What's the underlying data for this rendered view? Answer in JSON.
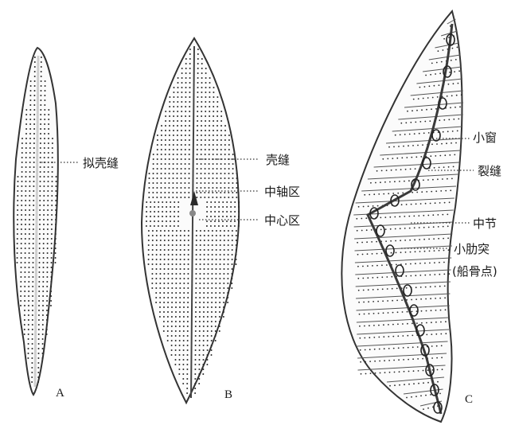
{
  "figures": [
    {
      "letter": "A",
      "labels": [
        {
          "text": "拟壳缝"
        }
      ]
    },
    {
      "letter": "B",
      "labels": [
        {
          "text": "壳缝"
        },
        {
          "text": "中轴区"
        },
        {
          "text": "中心区"
        }
      ]
    },
    {
      "letter": "C",
      "labels": [
        {
          "text": "小窗"
        },
        {
          "text": "裂缝"
        },
        {
          "text": "中节"
        },
        {
          "text": "小肋突"
        },
        {
          "text": "(船骨点)"
        }
      ]
    }
  ]
}
